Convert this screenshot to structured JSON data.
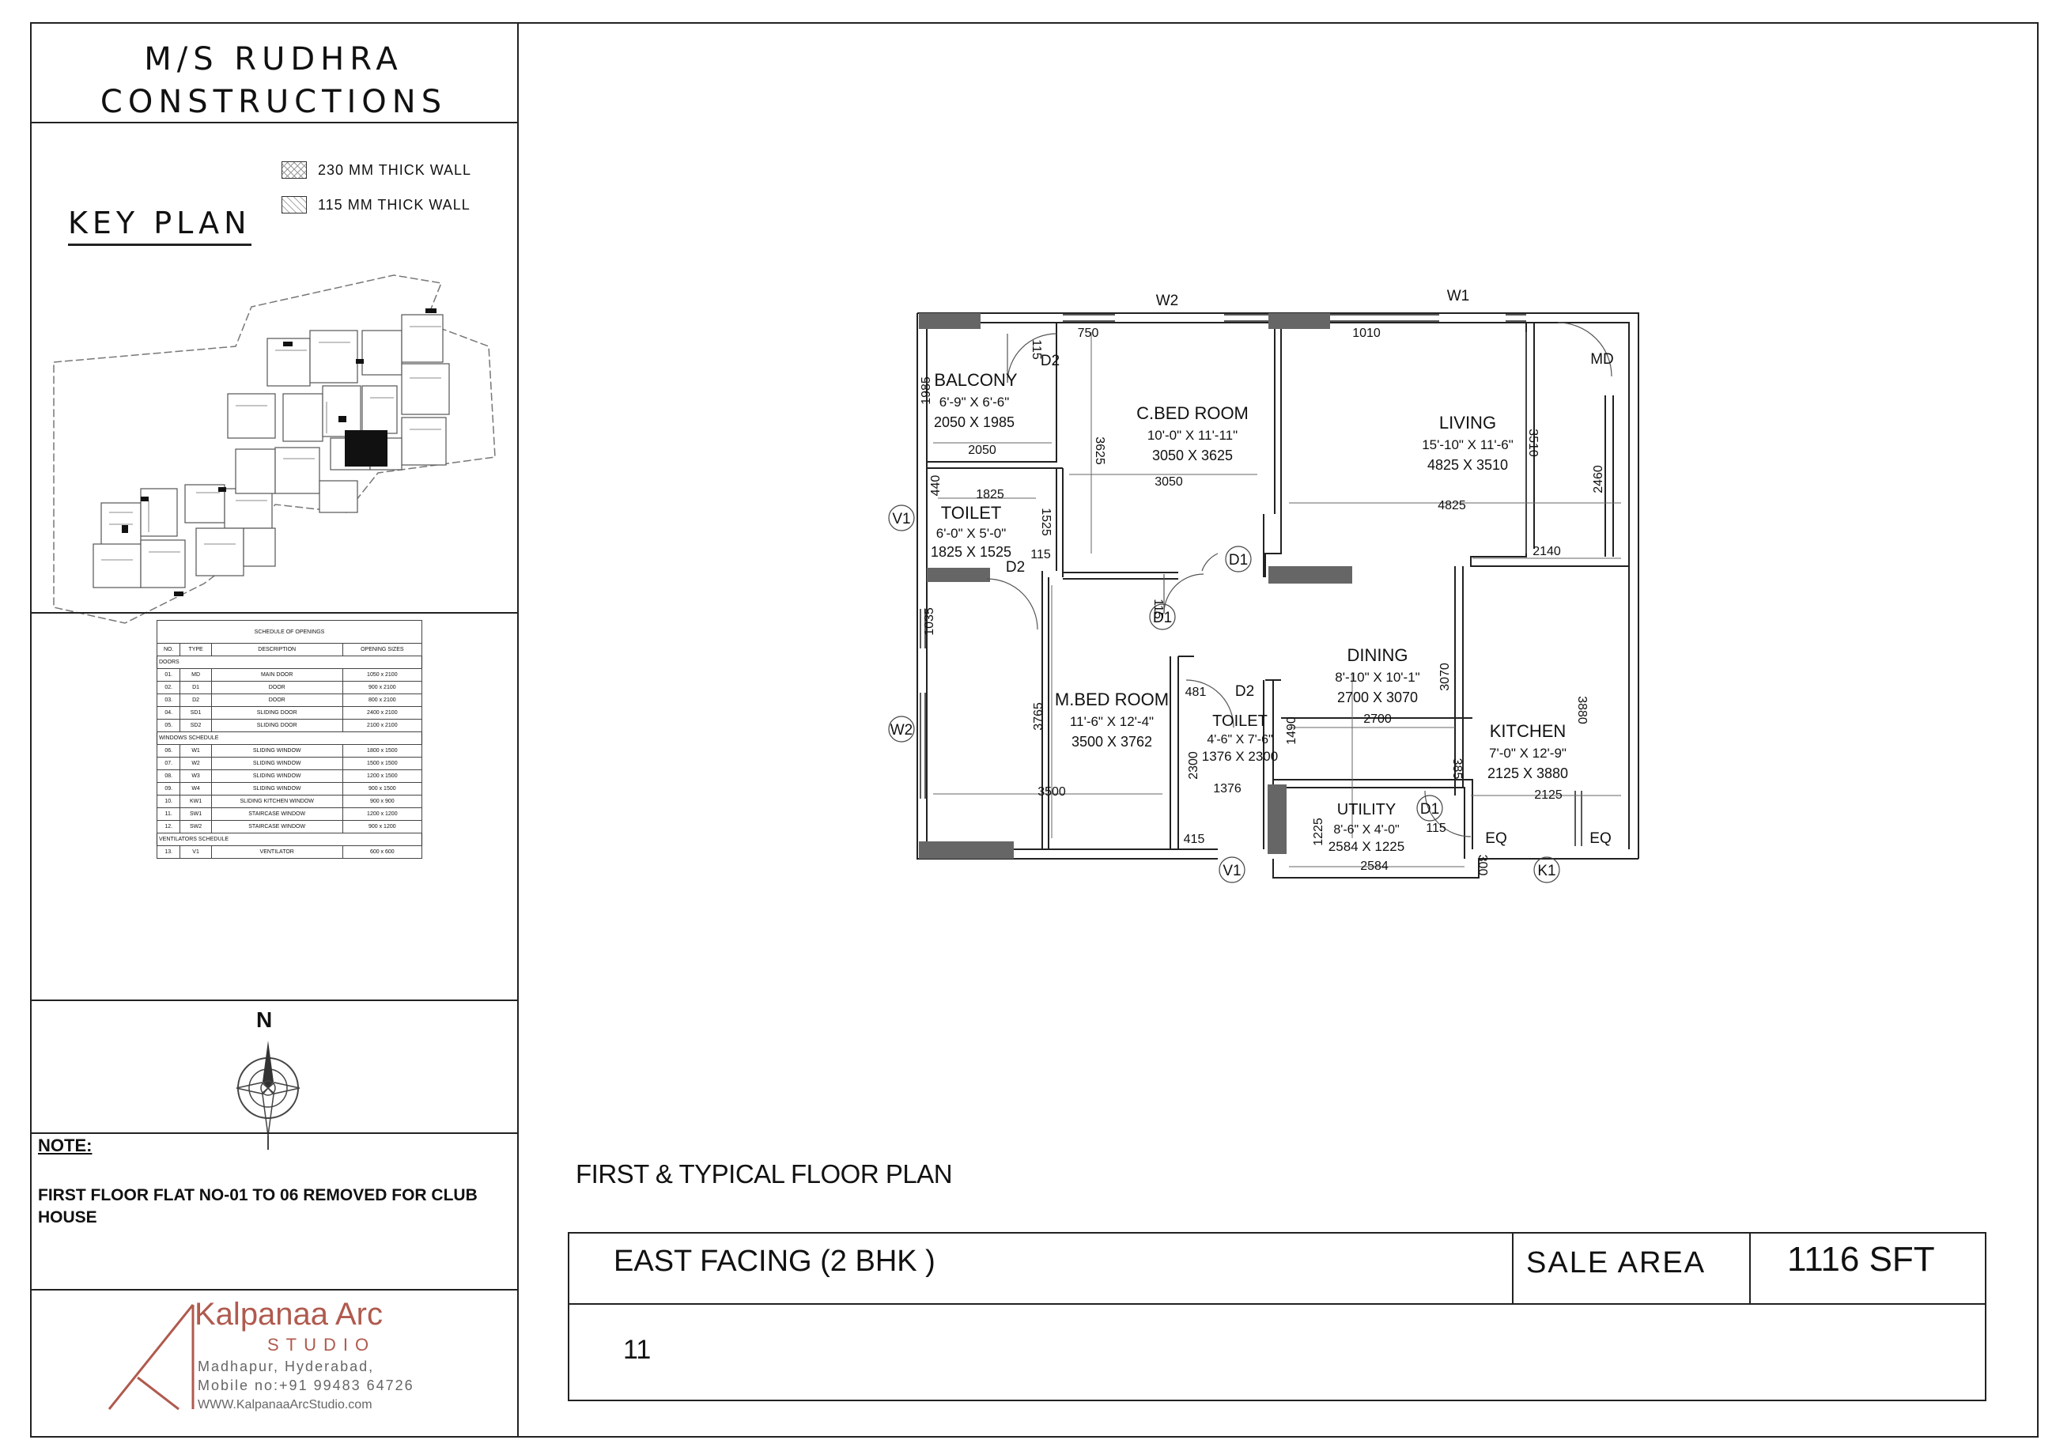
{
  "company": {
    "line1": "M/S RUDHRA",
    "line2": "CONSTRUCTIONS"
  },
  "key_plan": {
    "title": "KEY PLAN",
    "legend": [
      {
        "label": "230 MM THICK WALL"
      },
      {
        "label": "115 MM THICK WALL"
      }
    ]
  },
  "schedule": {
    "title": "SCHEDULE OF OPENINGS",
    "headers": [
      "NO.",
      "TYPE",
      "DESCRIPTION",
      "OPENING SIZES"
    ],
    "sections": [
      {
        "name": "DOORS",
        "rows": [
          [
            "01.",
            "MD",
            "MAIN DOOR",
            "1050 x 2100"
          ],
          [
            "02.",
            "D1",
            "DOOR",
            "900 x 2100"
          ],
          [
            "03.",
            "D2",
            "DOOR",
            "800 x 2100"
          ],
          [
            "04.",
            "SD1",
            "SLIDING DOOR",
            "2400 x 2100"
          ],
          [
            "05.",
            "SD2",
            "SLIDING DOOR",
            "2100 x 2100"
          ]
        ]
      },
      {
        "name": "WINDOWS SCHEDULE",
        "rows": [
          [
            "06.",
            "W1",
            "SLIDING WINDOW",
            "1800 x 1500"
          ],
          [
            "07.",
            "W2",
            "SLIDING WINDOW",
            "1500 x 1500"
          ],
          [
            "08.",
            "W3",
            "SLIDING WINDOW",
            "1200 x 1500"
          ],
          [
            "09.",
            "W4",
            "SLIDING WINDOW",
            "900 x 1500"
          ],
          [
            "10.",
            "KW1",
            "SLIDING KITCHEN WINDOW",
            "900 x 900"
          ],
          [
            "11.",
            "SW1",
            "STAIRCASE WINDOW",
            "1200 x 1200"
          ],
          [
            "12.",
            "SW2",
            "STAIRCASE WINDOW",
            "900 x 1200"
          ]
        ]
      },
      {
        "name": "VENTILATORS SCHEDULE",
        "rows": [
          [
            "13.",
            "V1",
            "VENTILATOR",
            "600 x 600"
          ]
        ]
      }
    ]
  },
  "north_label": "N",
  "note": {
    "title": "NOTE:",
    "text": "FIRST FLOOR  FLAT NO-01 TO 06 REMOVED FOR CLUB HOUSE"
  },
  "logo": {
    "name": "Kalpanaa Arc",
    "sub": "STUDIO",
    "address": "Madhapur, Hyderabad,",
    "mobile": "Mobile no:+91 99483 64726",
    "website": "WWW.KalpanaaArcStudio.com"
  },
  "plan_title": "FIRST & TYPICAL FLOOR PLAN",
  "title_block": {
    "facing": "EAST FACING  (2 BHK )",
    "sale_area_label": "SALE AREA",
    "sale_area_value": "1116 SFT",
    "flat_no": "11"
  },
  "rooms": [
    {
      "name": "BALCONY",
      "imperial": "6'-9\" X 6'-6\"",
      "metric": "2050 X 1985"
    },
    {
      "name": "C.BED ROOM",
      "imperial": "10'-0\" X 11'-11\"",
      "metric": "3050 X 3625"
    },
    {
      "name": "LIVING",
      "imperial": "15'-10\" X 11'-6\"",
      "metric": "4825 X 3510"
    },
    {
      "name": "TOILET",
      "imperial": "6'-0\" X 5'-0\"",
      "metric": "1825 X 1525"
    },
    {
      "name": "DINING",
      "imperial": "8'-10\" X 10'-1\"",
      "metric": "2700 X 3070"
    },
    {
      "name": "M.BED ROOM",
      "imperial": "11'-6\" X 12'-4\"",
      "metric": "3500 X 3762"
    },
    {
      "name": "TOILET",
      "imperial": "4'-6\" X 7'-6\"",
      "metric": "1376 X 2300"
    },
    {
      "name": "KITCHEN",
      "imperial": "7'-0\" X 12'-9\"",
      "metric": "2125 X 3880"
    },
    {
      "name": "UTILITY",
      "imperial": "8'-6\" X 4'-0\"",
      "metric": "2584 X 1225"
    }
  ],
  "openings": {
    "w2_top": "W2",
    "w1_top": "W1",
    "md": "MD",
    "d2_balc": "D2",
    "v1_left": "V1",
    "d2_toilet": "D2",
    "d1_living": "D1",
    "d1_mbed": "D1",
    "w2_left": "W2",
    "d2_toilet2": "D2",
    "d1_utility": "D1",
    "v1_bottom": "V1",
    "k1": "K1",
    "eq1": "EQ",
    "eq2": "EQ"
  },
  "dims": {
    "d750": "750",
    "d1010": "1010",
    "d115a": "115",
    "d1985": "1985",
    "d2050": "2050",
    "d3625": "3625",
    "d3050": "3050",
    "d3510": "3510",
    "d440": "440",
    "d1825": "1825",
    "d1525": "1525",
    "d115b": "115",
    "d4825": "4825",
    "d2460": "2460",
    "d2140": "2140",
    "d1035": "1035",
    "d115c": "115",
    "d3765": "3765",
    "d481": "481",
    "d3070": "3070",
    "d1490": "1490",
    "d2700": "2700",
    "d3880": "3880",
    "d2300": "2300",
    "d1376": "1376",
    "d3500": "3500",
    "d385": "385",
    "d2125": "2125",
    "d1225": "1225",
    "d115d": "115",
    "d415": "415",
    "d2584": "2584",
    "d300": "300"
  }
}
